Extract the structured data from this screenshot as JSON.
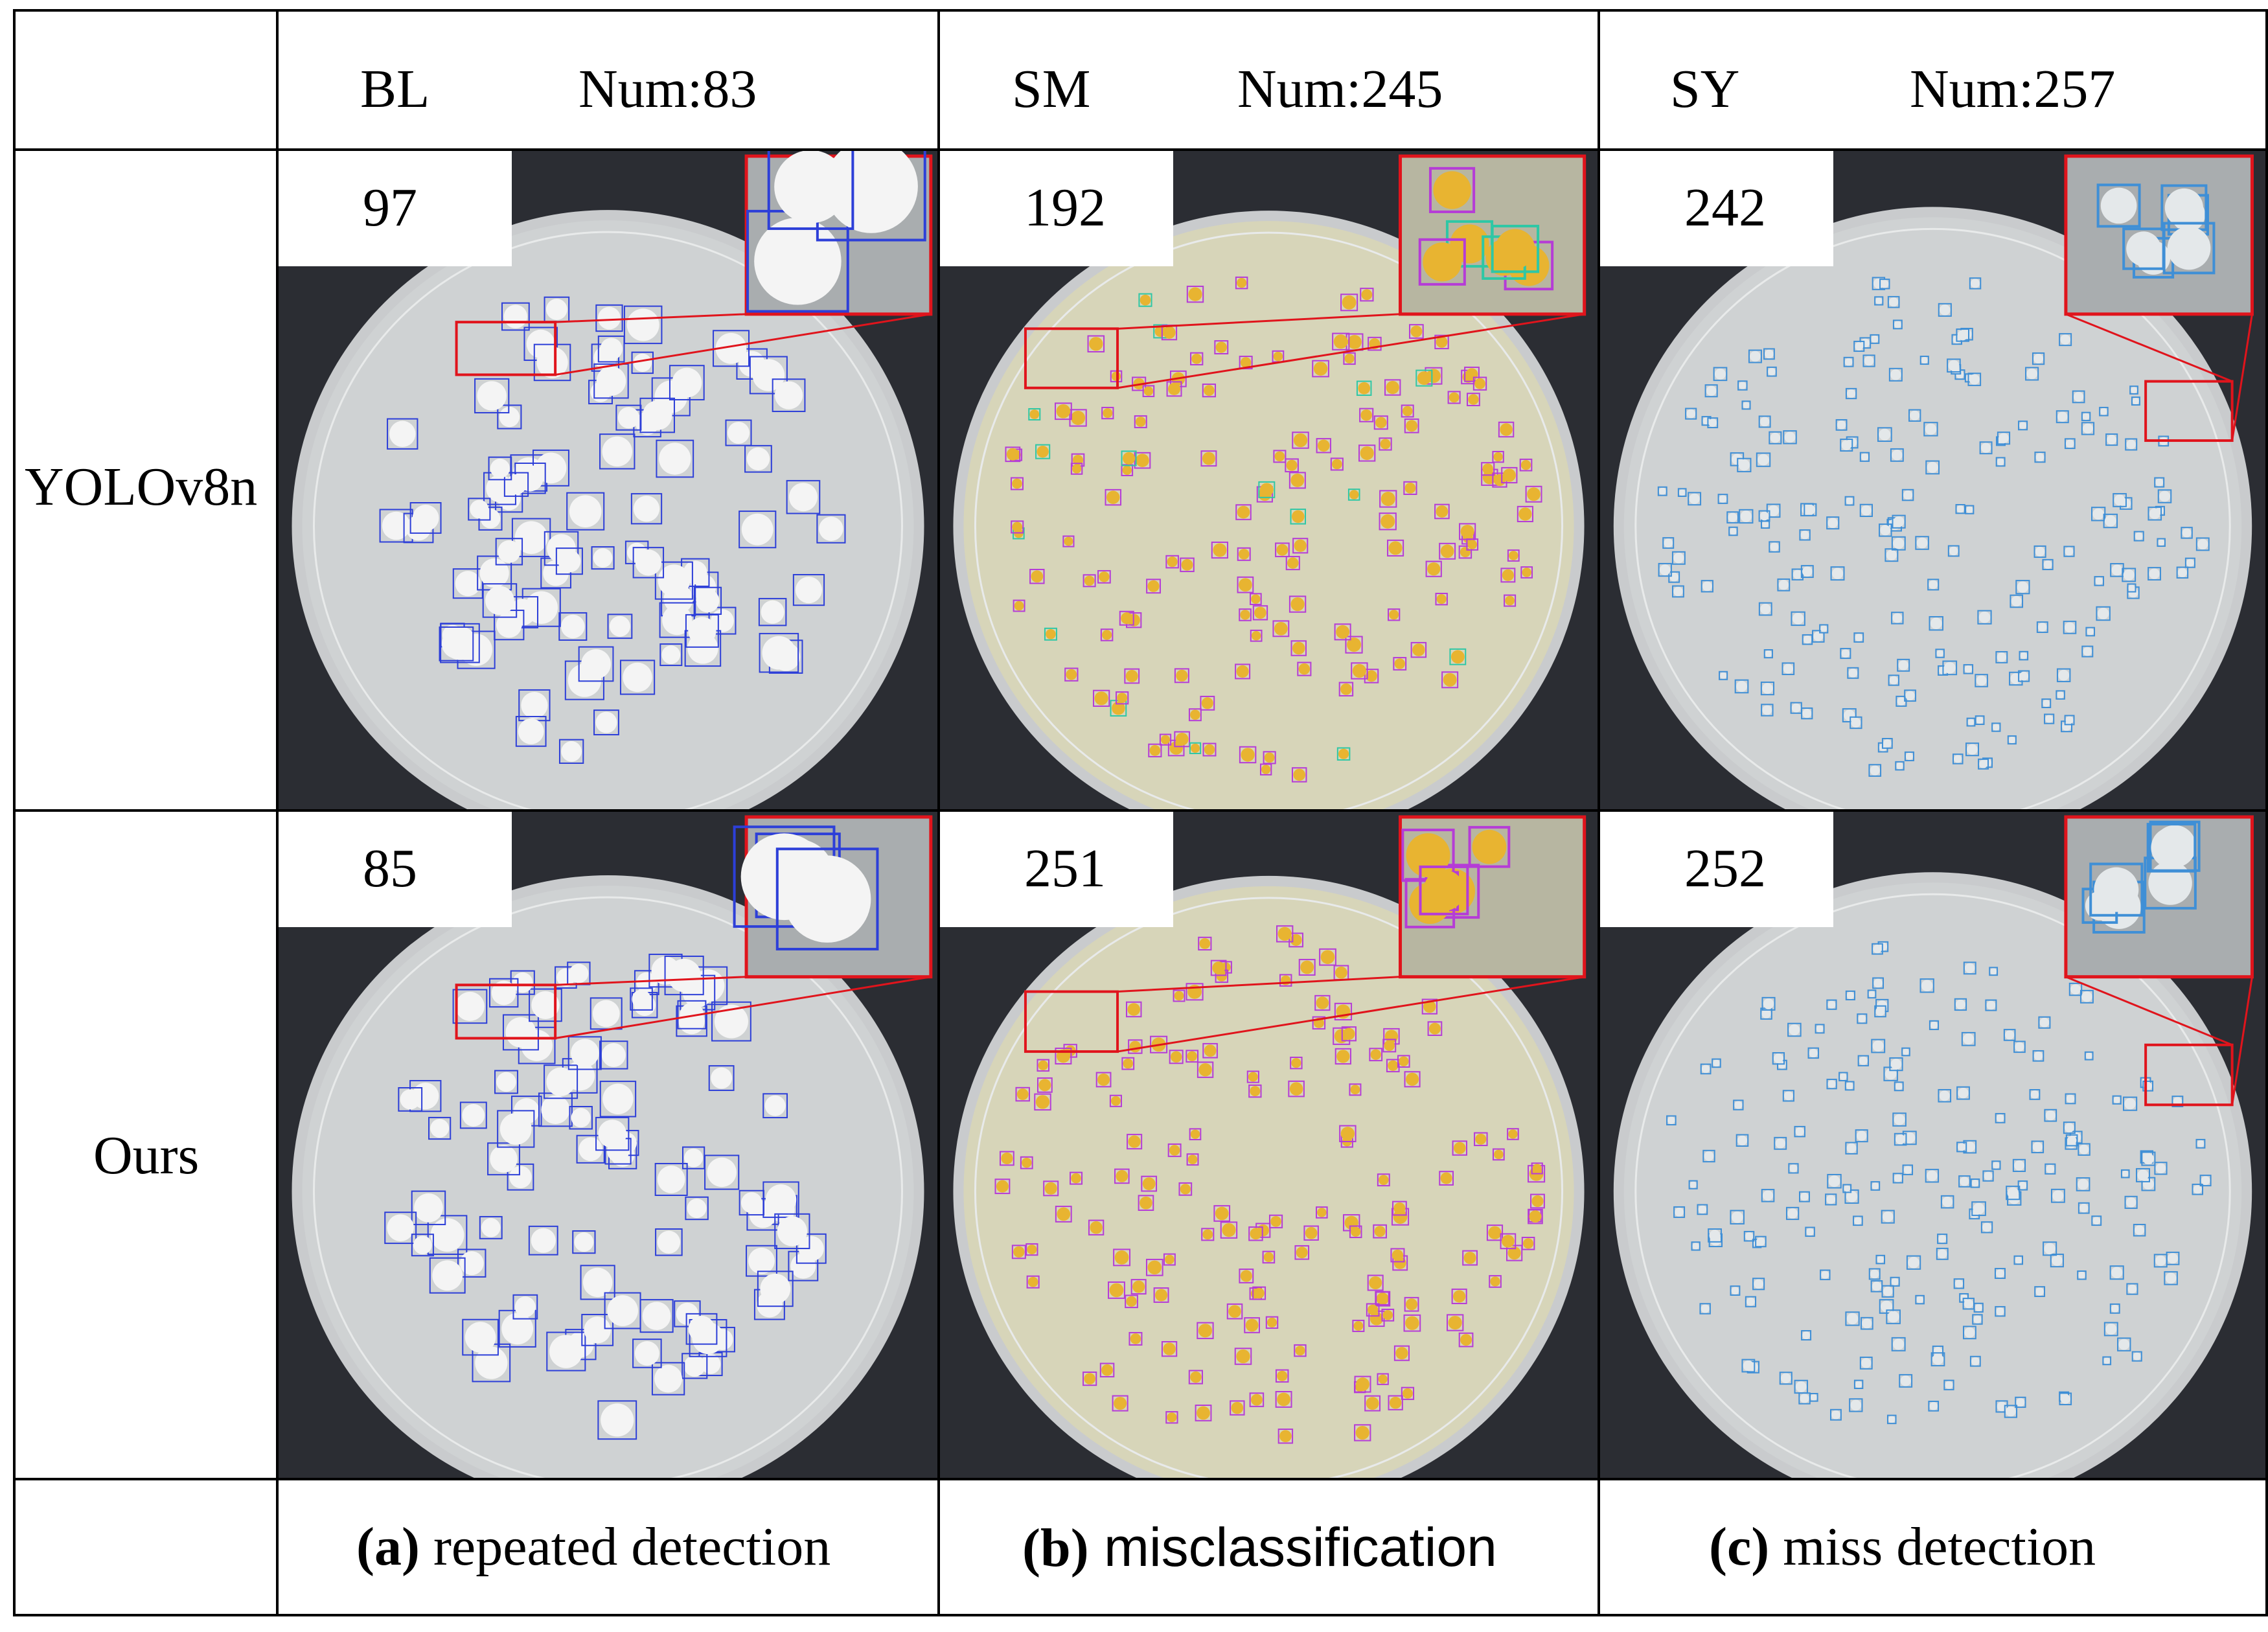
{
  "columns": [
    {
      "code": "BL",
      "num": "Num:83"
    },
    {
      "code": "SM",
      "num": "Num:245"
    },
    {
      "code": "SY",
      "num": "Num:257"
    }
  ],
  "rows": [
    {
      "label": "YOLOv8n",
      "counts": [
        "97",
        "192",
        "242"
      ]
    },
    {
      "label": "Ours",
      "counts": [
        "85",
        "251",
        "252"
      ]
    }
  ],
  "captions": [
    {
      "tag": "(a)",
      "text": " repeated detection"
    },
    {
      "tag": "(b)",
      "text": " misclassification"
    },
    {
      "tag": "(c)",
      "text": " miss detection"
    }
  ],
  "colors": {
    "plate_background": "#2b2d33",
    "highlight": "#e0141c",
    "box_bl": "#2d3fd8",
    "box_sm": "#b53cd6",
    "box_sm_alt": "#2fc7a5",
    "box_sy": "#3f8fd6",
    "colony_bl": "#f4f4f4",
    "colony_sm": "#e8b431",
    "colony_sy": "#e4e8ea"
  }
}
